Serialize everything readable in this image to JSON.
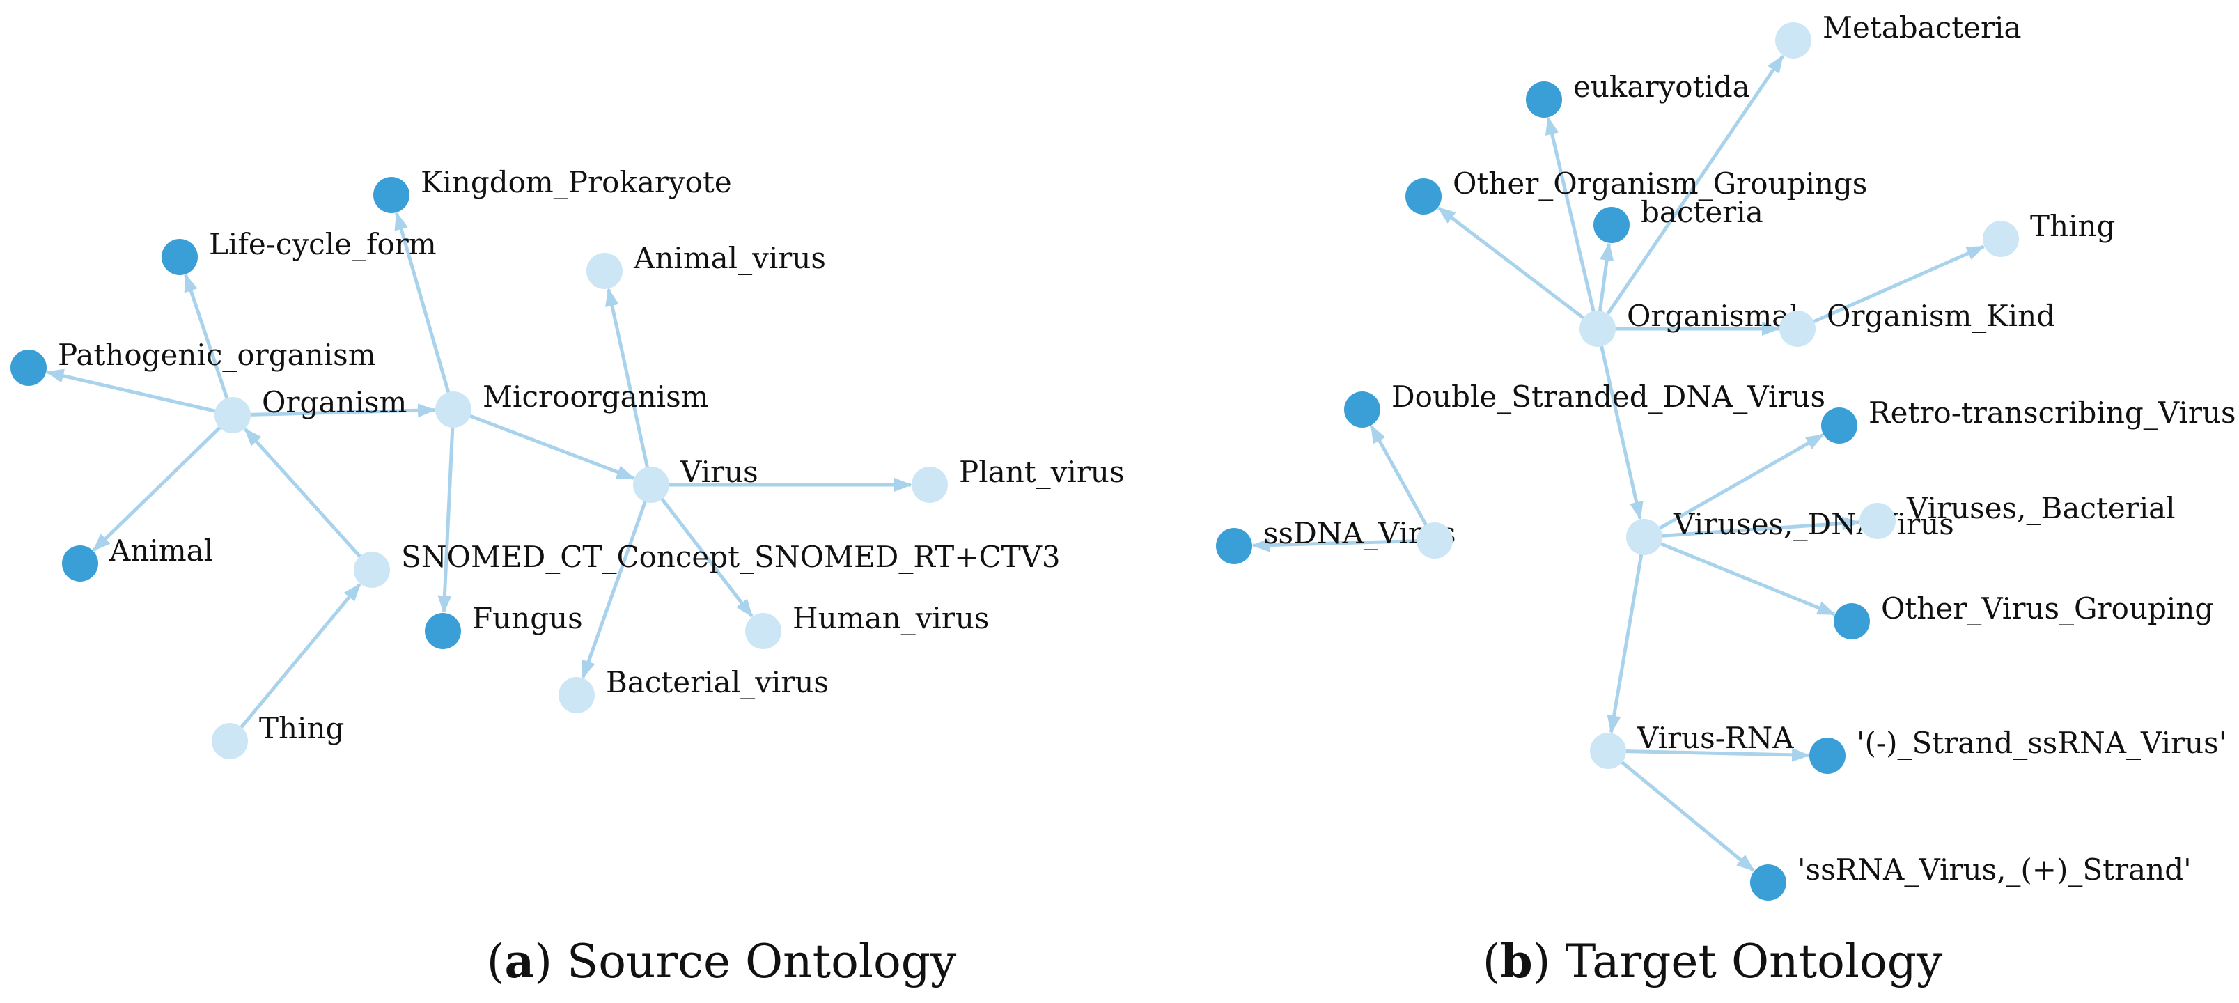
{
  "colors": {
    "leaf_node": "#3a9fd6",
    "inner_node": "#cde6f5",
    "edge": "#a9d3ec",
    "text": "#111111"
  },
  "panels": [
    {
      "id": "source",
      "caption_letter": "a",
      "caption_text": "Source Ontology",
      "nodes": [
        {
          "id": "organism",
          "label": "Organism",
          "kind": "inner"
        },
        {
          "id": "microorganism",
          "label": "Microorganism",
          "kind": "inner"
        },
        {
          "id": "virus",
          "label": "Virus",
          "kind": "inner"
        },
        {
          "id": "kingdom_prokaryote",
          "label": "Kingdom_Prokaryote",
          "kind": "leaf"
        },
        {
          "id": "life_cycle_form",
          "label": "Life-cycle_form",
          "kind": "leaf"
        },
        {
          "id": "pathogenic_organism",
          "label": "Pathogenic_organism",
          "kind": "leaf"
        },
        {
          "id": "animal",
          "label": "Animal",
          "kind": "leaf"
        },
        {
          "id": "fungus",
          "label": "Fungus",
          "kind": "leaf"
        },
        {
          "id": "animal_virus",
          "label": "Animal_virus",
          "kind": "inner"
        },
        {
          "id": "plant_virus",
          "label": "Plant_virus",
          "kind": "inner"
        },
        {
          "id": "human_virus",
          "label": "Human_virus",
          "kind": "inner"
        },
        {
          "id": "bacterial_virus",
          "label": "Bacterial_virus",
          "kind": "inner"
        },
        {
          "id": "snomed",
          "label": "SNOMED_CT_Concept_SNOMED_RT+CTV3",
          "kind": "inner"
        },
        {
          "id": "thing_a",
          "label": "Thing",
          "kind": "inner"
        }
      ],
      "edges": [
        {
          "from": "organism",
          "to": "life_cycle_form"
        },
        {
          "from": "organism",
          "to": "pathogenic_organism"
        },
        {
          "from": "organism",
          "to": "animal"
        },
        {
          "from": "organism",
          "to": "microorganism"
        },
        {
          "from": "snomed",
          "to": "organism"
        },
        {
          "from": "thing_a",
          "to": "snomed"
        },
        {
          "from": "microorganism",
          "to": "kingdom_prokaryote"
        },
        {
          "from": "microorganism",
          "to": "fungus"
        },
        {
          "from": "microorganism",
          "to": "virus"
        },
        {
          "from": "virus",
          "to": "animal_virus"
        },
        {
          "from": "virus",
          "to": "plant_virus"
        },
        {
          "from": "virus",
          "to": "human_virus"
        },
        {
          "from": "virus",
          "to": "bacterial_virus"
        }
      ]
    },
    {
      "id": "target",
      "caption_letter": "b",
      "caption_text": "Target Ontology",
      "nodes": [
        {
          "id": "metabacteria",
          "label": "Metabacteria",
          "kind": "inner"
        },
        {
          "id": "eukaryotida",
          "label": "eukaryotida",
          "kind": "leaf"
        },
        {
          "id": "other_organism_groupings",
          "label": "Other_Organism_Groupings",
          "kind": "leaf"
        },
        {
          "id": "bacteria",
          "label": "bacteria",
          "kind": "leaf"
        },
        {
          "id": "thing_b",
          "label": "Thing",
          "kind": "inner"
        },
        {
          "id": "organismal",
          "label": "Organismal",
          "kind": "inner"
        },
        {
          "id": "organism_kind",
          "label": "Organism_Kind",
          "kind": "inner"
        },
        {
          "id": "double_stranded_dna_virus",
          "label": "Double_Stranded_DNA_Virus",
          "kind": "leaf"
        },
        {
          "id": "retro_transcribing_virus",
          "label": "Retro-transcribing_Virus",
          "kind": "leaf"
        },
        {
          "id": "ssdna_virus",
          "label": "ssDNA_Virus",
          "kind": "leaf"
        },
        {
          "id": "ssdna_hub",
          "label": "",
          "kind": "inner"
        },
        {
          "id": "viruses_dnavirus",
          "label": "Viruses,_DNAVirus",
          "kind": "inner"
        },
        {
          "id": "viruses_bacterial",
          "label": "Viruses,_Bacterial",
          "kind": "inner"
        },
        {
          "id": "other_virus_grouping",
          "label": "Other_Virus_Grouping",
          "kind": "leaf"
        },
        {
          "id": "virus_rna",
          "label": "Virus-RNA",
          "kind": "inner"
        },
        {
          "id": "minus_strand",
          "label": "'(-)_Strand_ssRNA_Virus'",
          "kind": "leaf"
        },
        {
          "id": "plus_strand",
          "label": "'ssRNA_Virus,_(+)_Strand'",
          "kind": "leaf"
        }
      ],
      "edges": [
        {
          "from": "organismal",
          "to": "metabacteria"
        },
        {
          "from": "organismal",
          "to": "eukaryotida"
        },
        {
          "from": "organismal",
          "to": "other_organism_groupings"
        },
        {
          "from": "organismal",
          "to": "bacteria"
        },
        {
          "from": "organismal",
          "to": "viruses_dnavirus"
        },
        {
          "from": "organism_kind",
          "to": "thing_b"
        },
        {
          "from": "organismal",
          "to": "organism_kind"
        },
        {
          "from": "ssdna_hub",
          "to": "double_stranded_dna_virus"
        },
        {
          "from": "ssdna_hub",
          "to": "ssdna_virus"
        },
        {
          "from": "viruses_dnavirus",
          "to": "retro_transcribing_virus"
        },
        {
          "from": "viruses_dnavirus",
          "to": "viruses_bacterial"
        },
        {
          "from": "viruses_dnavirus",
          "to": "other_virus_grouping"
        },
        {
          "from": "viruses_dnavirus",
          "to": "virus_rna"
        },
        {
          "from": "virus_rna",
          "to": "minus_strand"
        },
        {
          "from": "virus_rna",
          "to": "plus_strand"
        }
      ]
    }
  ]
}
